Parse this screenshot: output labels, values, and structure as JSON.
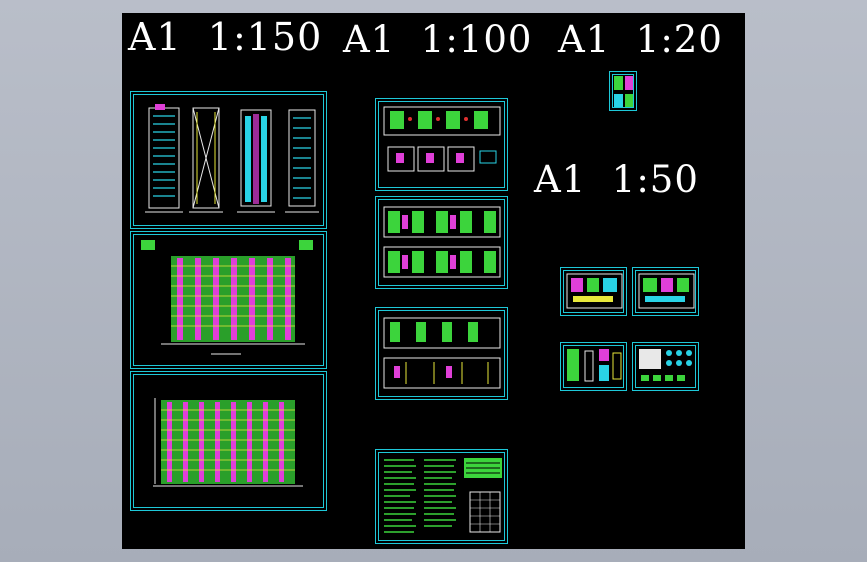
{
  "scale_labels": {
    "a1_150": "A1  1:150",
    "a1_100": "A1  1:100",
    "a1_20": "A1  1:20",
    "a1_50": "A1  1:50"
  },
  "colors": {
    "background": "#000000",
    "frame": "#1ec8d8",
    "wall_white": "#e8e8e8",
    "window_cyan": "#29d3e6",
    "stair_magenta": "#e03fd8",
    "green_fill": "#3cd43c",
    "yellow": "#e8e83a",
    "red_mark": "#e03030"
  }
}
